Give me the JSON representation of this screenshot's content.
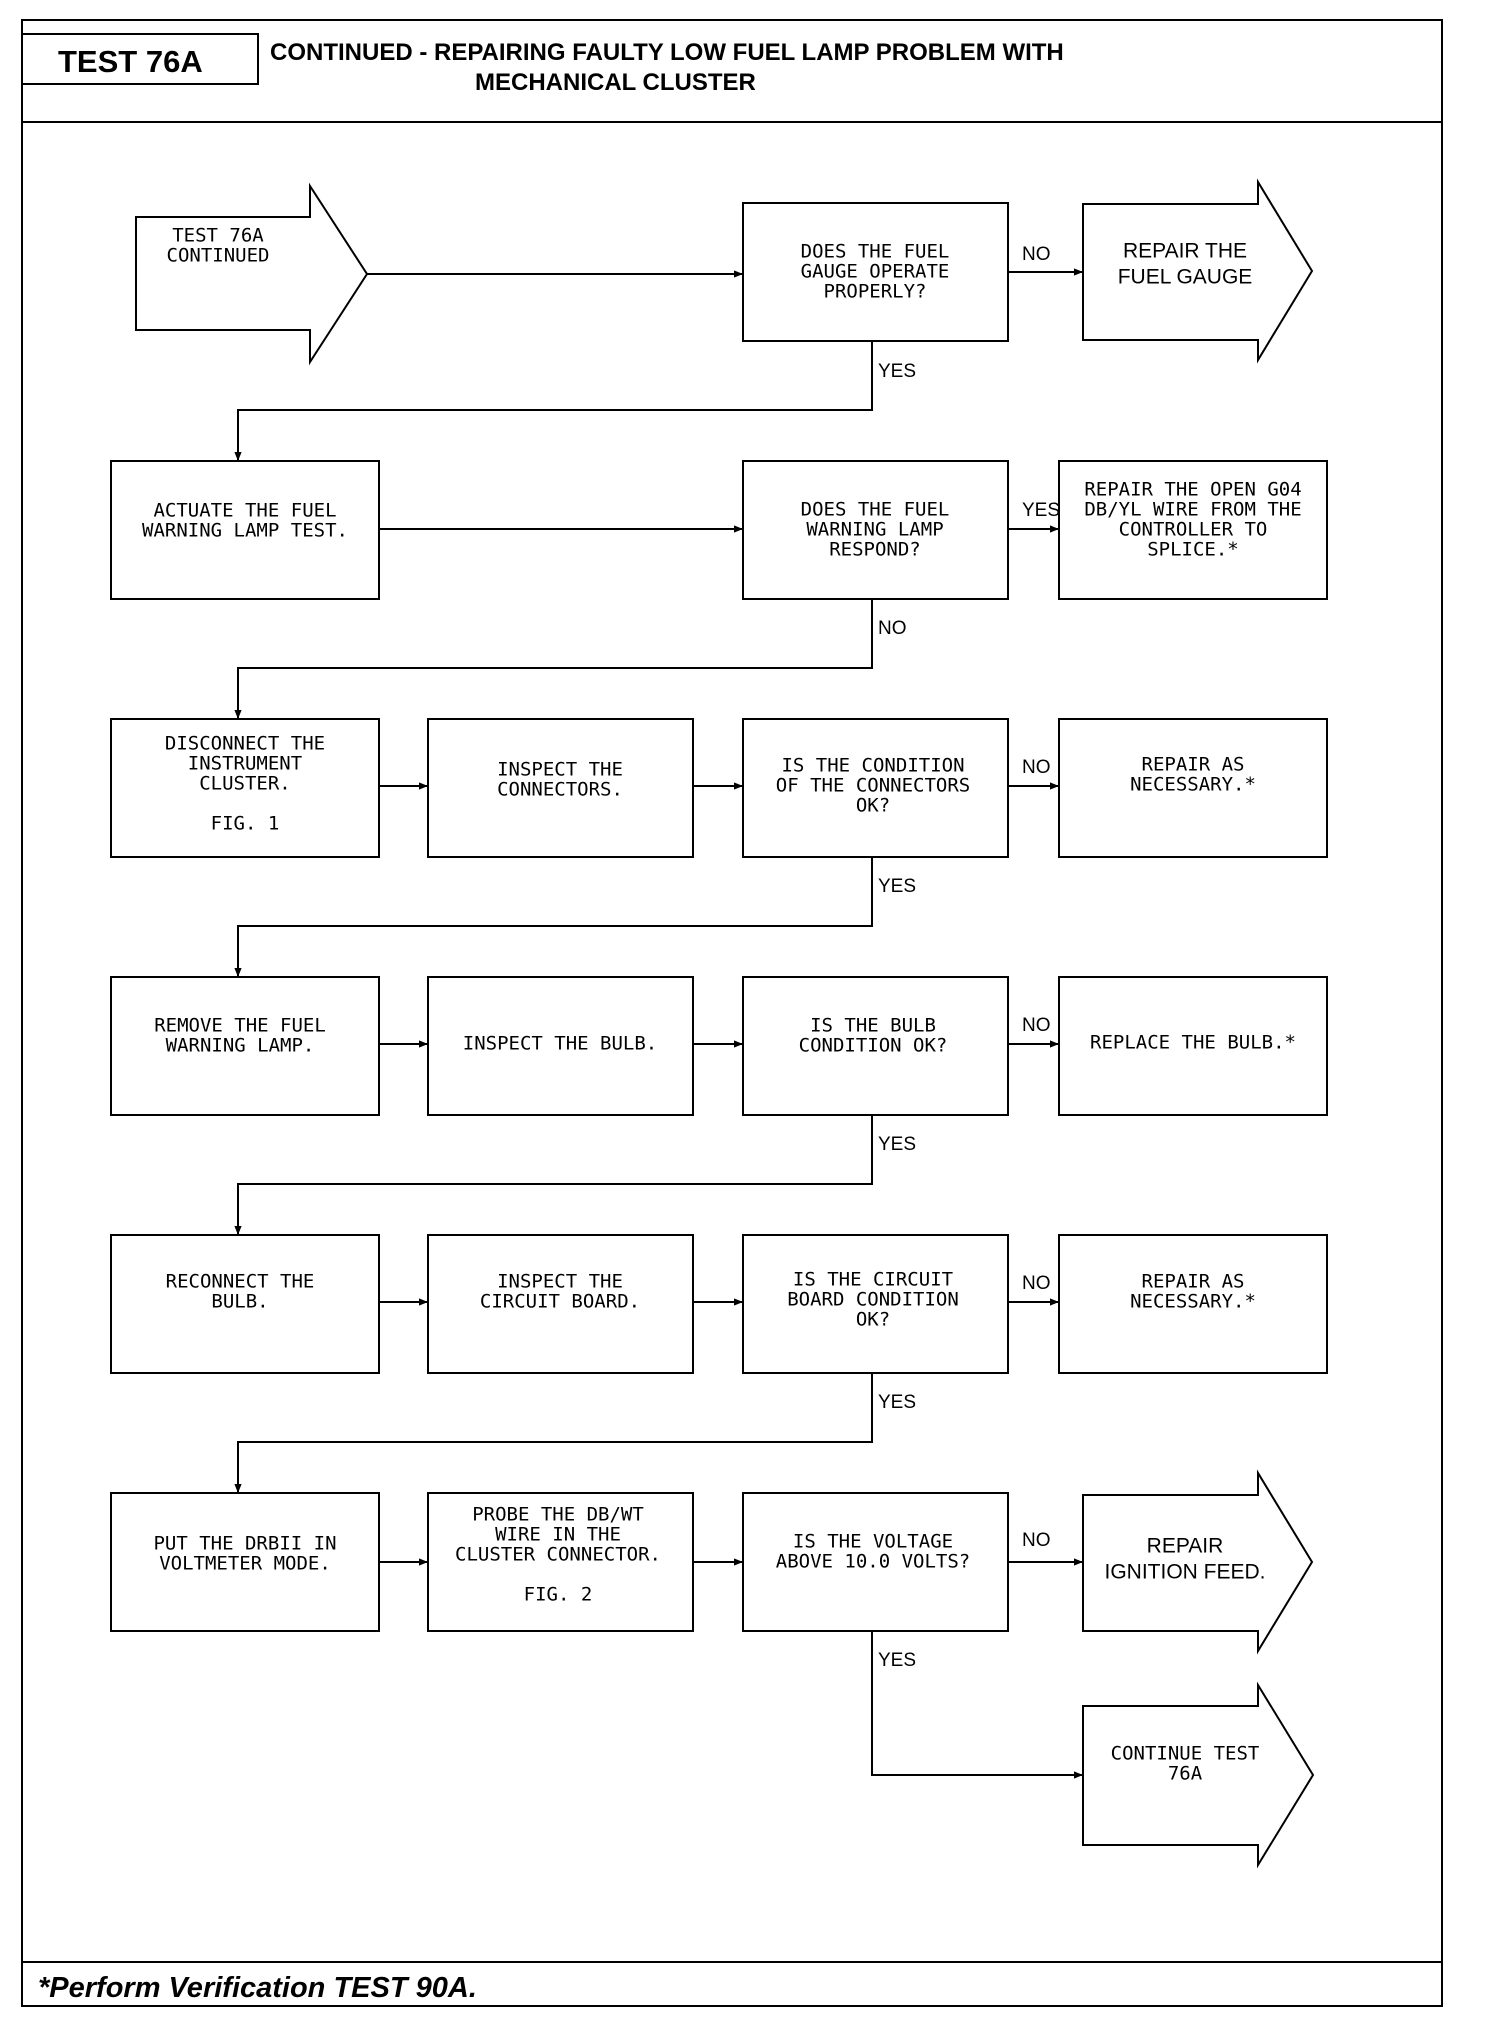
{
  "header": {
    "test_label": "TEST 76A",
    "title_line1": "CONTINUED -  REPAIRING FAULTY LOW FUEL LAMP PROBLEM WITH",
    "title_line2": "MECHANICAL CLUSTER"
  },
  "nodes": {
    "start": [
      "TEST 76A",
      "CONTINUED"
    ],
    "q1": [
      "DOES THE FUEL",
      "GAUGE OPERATE",
      "PROPERLY?"
    ],
    "repair_gauge": [
      "REPAIR THE",
      "FUEL GAUGE"
    ],
    "actuate": [
      "ACTUATE THE FUEL",
      "WARNING LAMP TEST."
    ],
    "q2": [
      "DOES THE FUEL",
      "WARNING LAMP",
      "RESPOND?"
    ],
    "repair_open": [
      "REPAIR THE OPEN G04",
      "DB/YL WIRE FROM THE",
      "CONTROLLER TO",
      "SPLICE.*"
    ],
    "disconnect": [
      "DISCONNECT THE",
      "INSTRUMENT",
      "CLUSTER.",
      "",
      "FIG. 1"
    ],
    "inspect_conn": [
      "INSPECT THE",
      "CONNECTORS."
    ],
    "q3": [
      "IS THE CONDITION",
      "OF THE CONNECTORS",
      "OK?"
    ],
    "repair_nec1": [
      "REPAIR AS",
      "NECESSARY.*"
    ],
    "remove_lamp": [
      "REMOVE THE FUEL",
      "WARNING LAMP."
    ],
    "inspect_bulb": [
      "INSPECT THE BULB."
    ],
    "q4": [
      "IS THE BULB",
      "CONDITION OK?"
    ],
    "replace_bulb": [
      "REPLACE THE BULB.*"
    ],
    "reconnect": [
      "RECONNECT THE",
      "BULB."
    ],
    "inspect_board": [
      "INSPECT THE",
      "CIRCUIT BOARD."
    ],
    "q5": [
      "IS THE CIRCUIT",
      "BOARD CONDITION",
      "OK?"
    ],
    "repair_nec2": [
      "REPAIR AS",
      "NECESSARY.*"
    ],
    "put_drb": [
      "PUT THE DRBII IN",
      "VOLTMETER MODE."
    ],
    "probe": [
      "PROBE THE DB/WT",
      "WIRE IN THE",
      "CLUSTER CONNECTOR.",
      "",
      "FIG. 2"
    ],
    "q6": [
      "IS THE VOLTAGE",
      "ABOVE 10.0 VOLTS?"
    ],
    "repair_ign": [
      "REPAIR",
      "IGNITION FEED."
    ],
    "continue": [
      "CONTINUE TEST",
      "76A"
    ]
  },
  "edge_labels": {
    "q1_no": "NO",
    "q1_yes": "YES",
    "q2_yes": "YES",
    "q2_no": "NO",
    "q3_no": "NO",
    "q3_yes": "YES",
    "q4_no": "NO",
    "q4_yes": "YES",
    "q5_no": "NO",
    "q5_yes": "YES",
    "q6_no": "NO",
    "q6_yes": "YES"
  },
  "footer": {
    "text": "*Perform Verification TEST 90A."
  }
}
